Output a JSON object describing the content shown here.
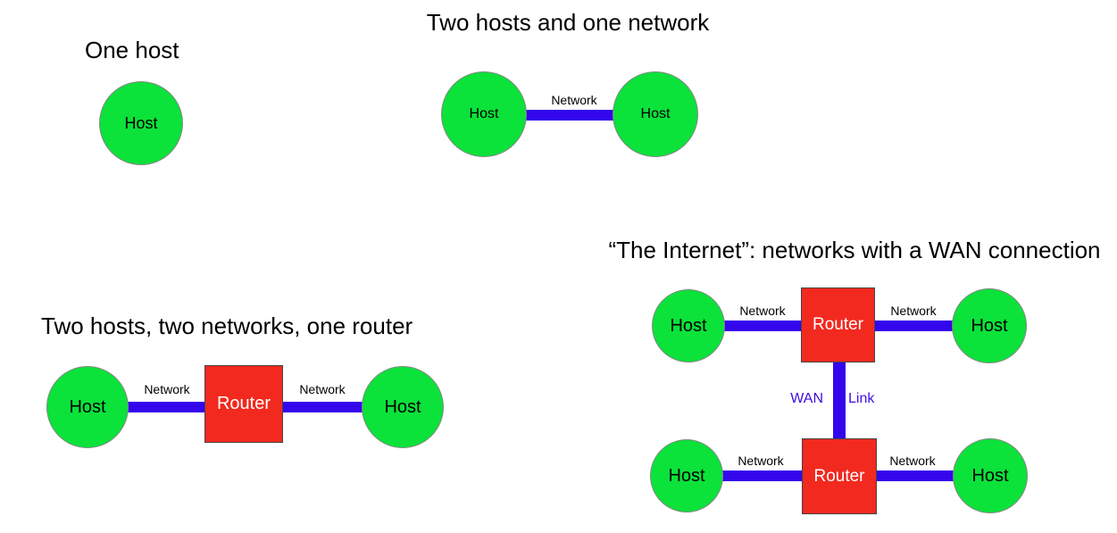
{
  "colors": {
    "host_green": "#0BE23A",
    "router_red": "#F2291F",
    "link_blue": "#3306EC",
    "wan_label_blue": "#3F0CE0"
  },
  "panels": {
    "one_host": {
      "title": "One host",
      "host": "Host"
    },
    "two_hosts_one_network": {
      "title": "Two hosts and one network",
      "left_host": "Host",
      "right_host": "Host",
      "network": "Network"
    },
    "two_hosts_two_networks_one_router": {
      "title": "Two hosts, two networks, one router",
      "left_host": "Host",
      "right_host": "Host",
      "router": "Router",
      "left_network": "Network",
      "right_network": "Network"
    },
    "internet_wan": {
      "title": "“The Internet”: networks with a WAN connection",
      "wan": "WAN",
      "link": "Link",
      "top": {
        "left_host": "Host",
        "right_host": "Host",
        "router": "Router",
        "left_network": "Network",
        "right_network": "Network"
      },
      "bottom": {
        "left_host": "Host",
        "right_host": "Host",
        "router": "Router",
        "left_network": "Network",
        "right_network": "Network"
      }
    }
  }
}
